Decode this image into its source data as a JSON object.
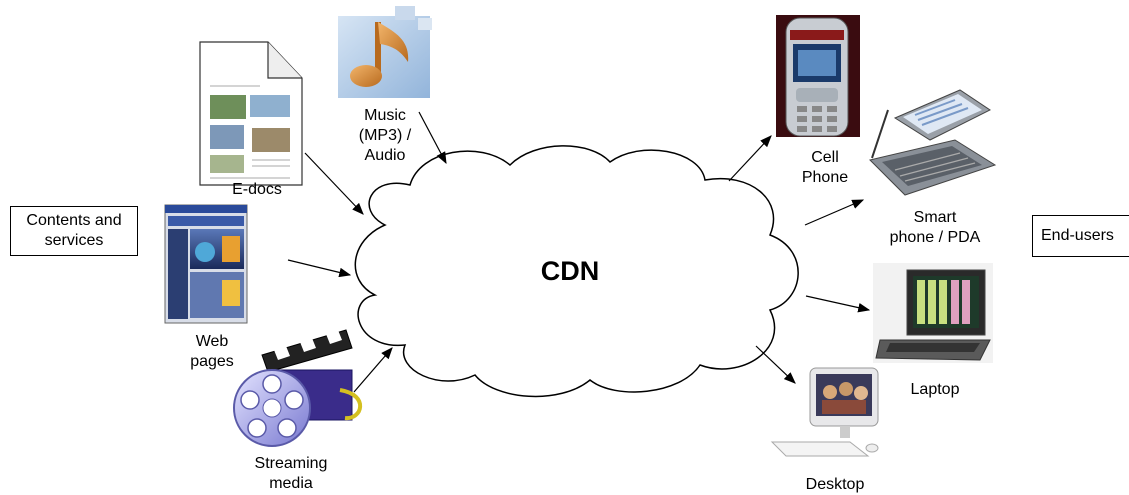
{
  "center": {
    "label": "CDN"
  },
  "left_box": {
    "line1": "Contents and",
    "line2": "services"
  },
  "right_box": {
    "label": "End-users"
  },
  "sources": {
    "edocs": "E-docs",
    "music": [
      "Music",
      "(MP3) /",
      "Audio"
    ],
    "web": [
      "Web",
      "pages"
    ],
    "streaming": [
      "Streaming",
      "media"
    ]
  },
  "devices": {
    "cell": [
      "Cell",
      "Phone"
    ],
    "smart": [
      "Smart",
      "phone / PDA"
    ],
    "laptop": "Laptop",
    "desktop": "Desktop"
  },
  "colors": {
    "cloud_fill": "#ffffff",
    "stroke": "#000000",
    "music_note": "#d9913a",
    "music_bg": "#b9cfe6"
  }
}
